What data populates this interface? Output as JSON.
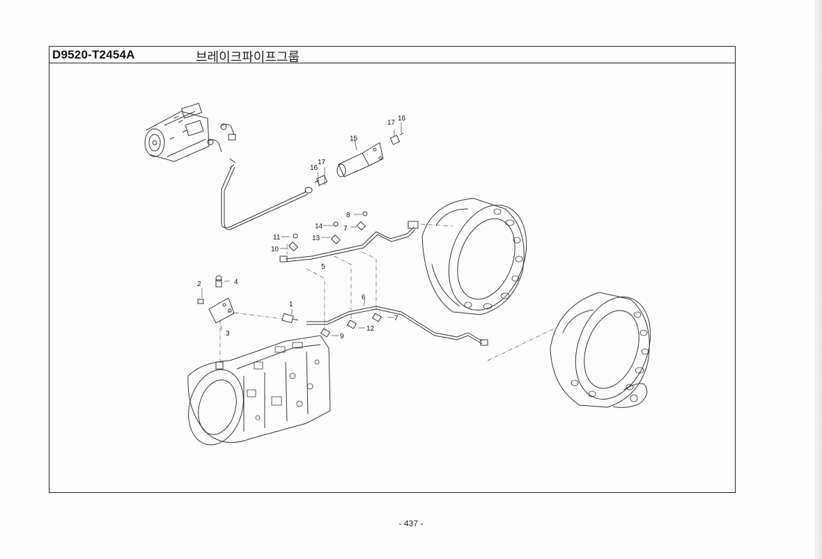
{
  "header": {
    "part_code": "D9520-T2454A",
    "title": "브레이크파이프그룹"
  },
  "callouts": [
    "1",
    "2",
    "3",
    "4",
    "5",
    "6",
    "7",
    "7",
    "8",
    "9",
    "10",
    "11",
    "12",
    "13",
    "14",
    "15",
    "16",
    "16",
    "17",
    "17"
  ],
  "footer": {
    "page_number": "- 437 -"
  }
}
